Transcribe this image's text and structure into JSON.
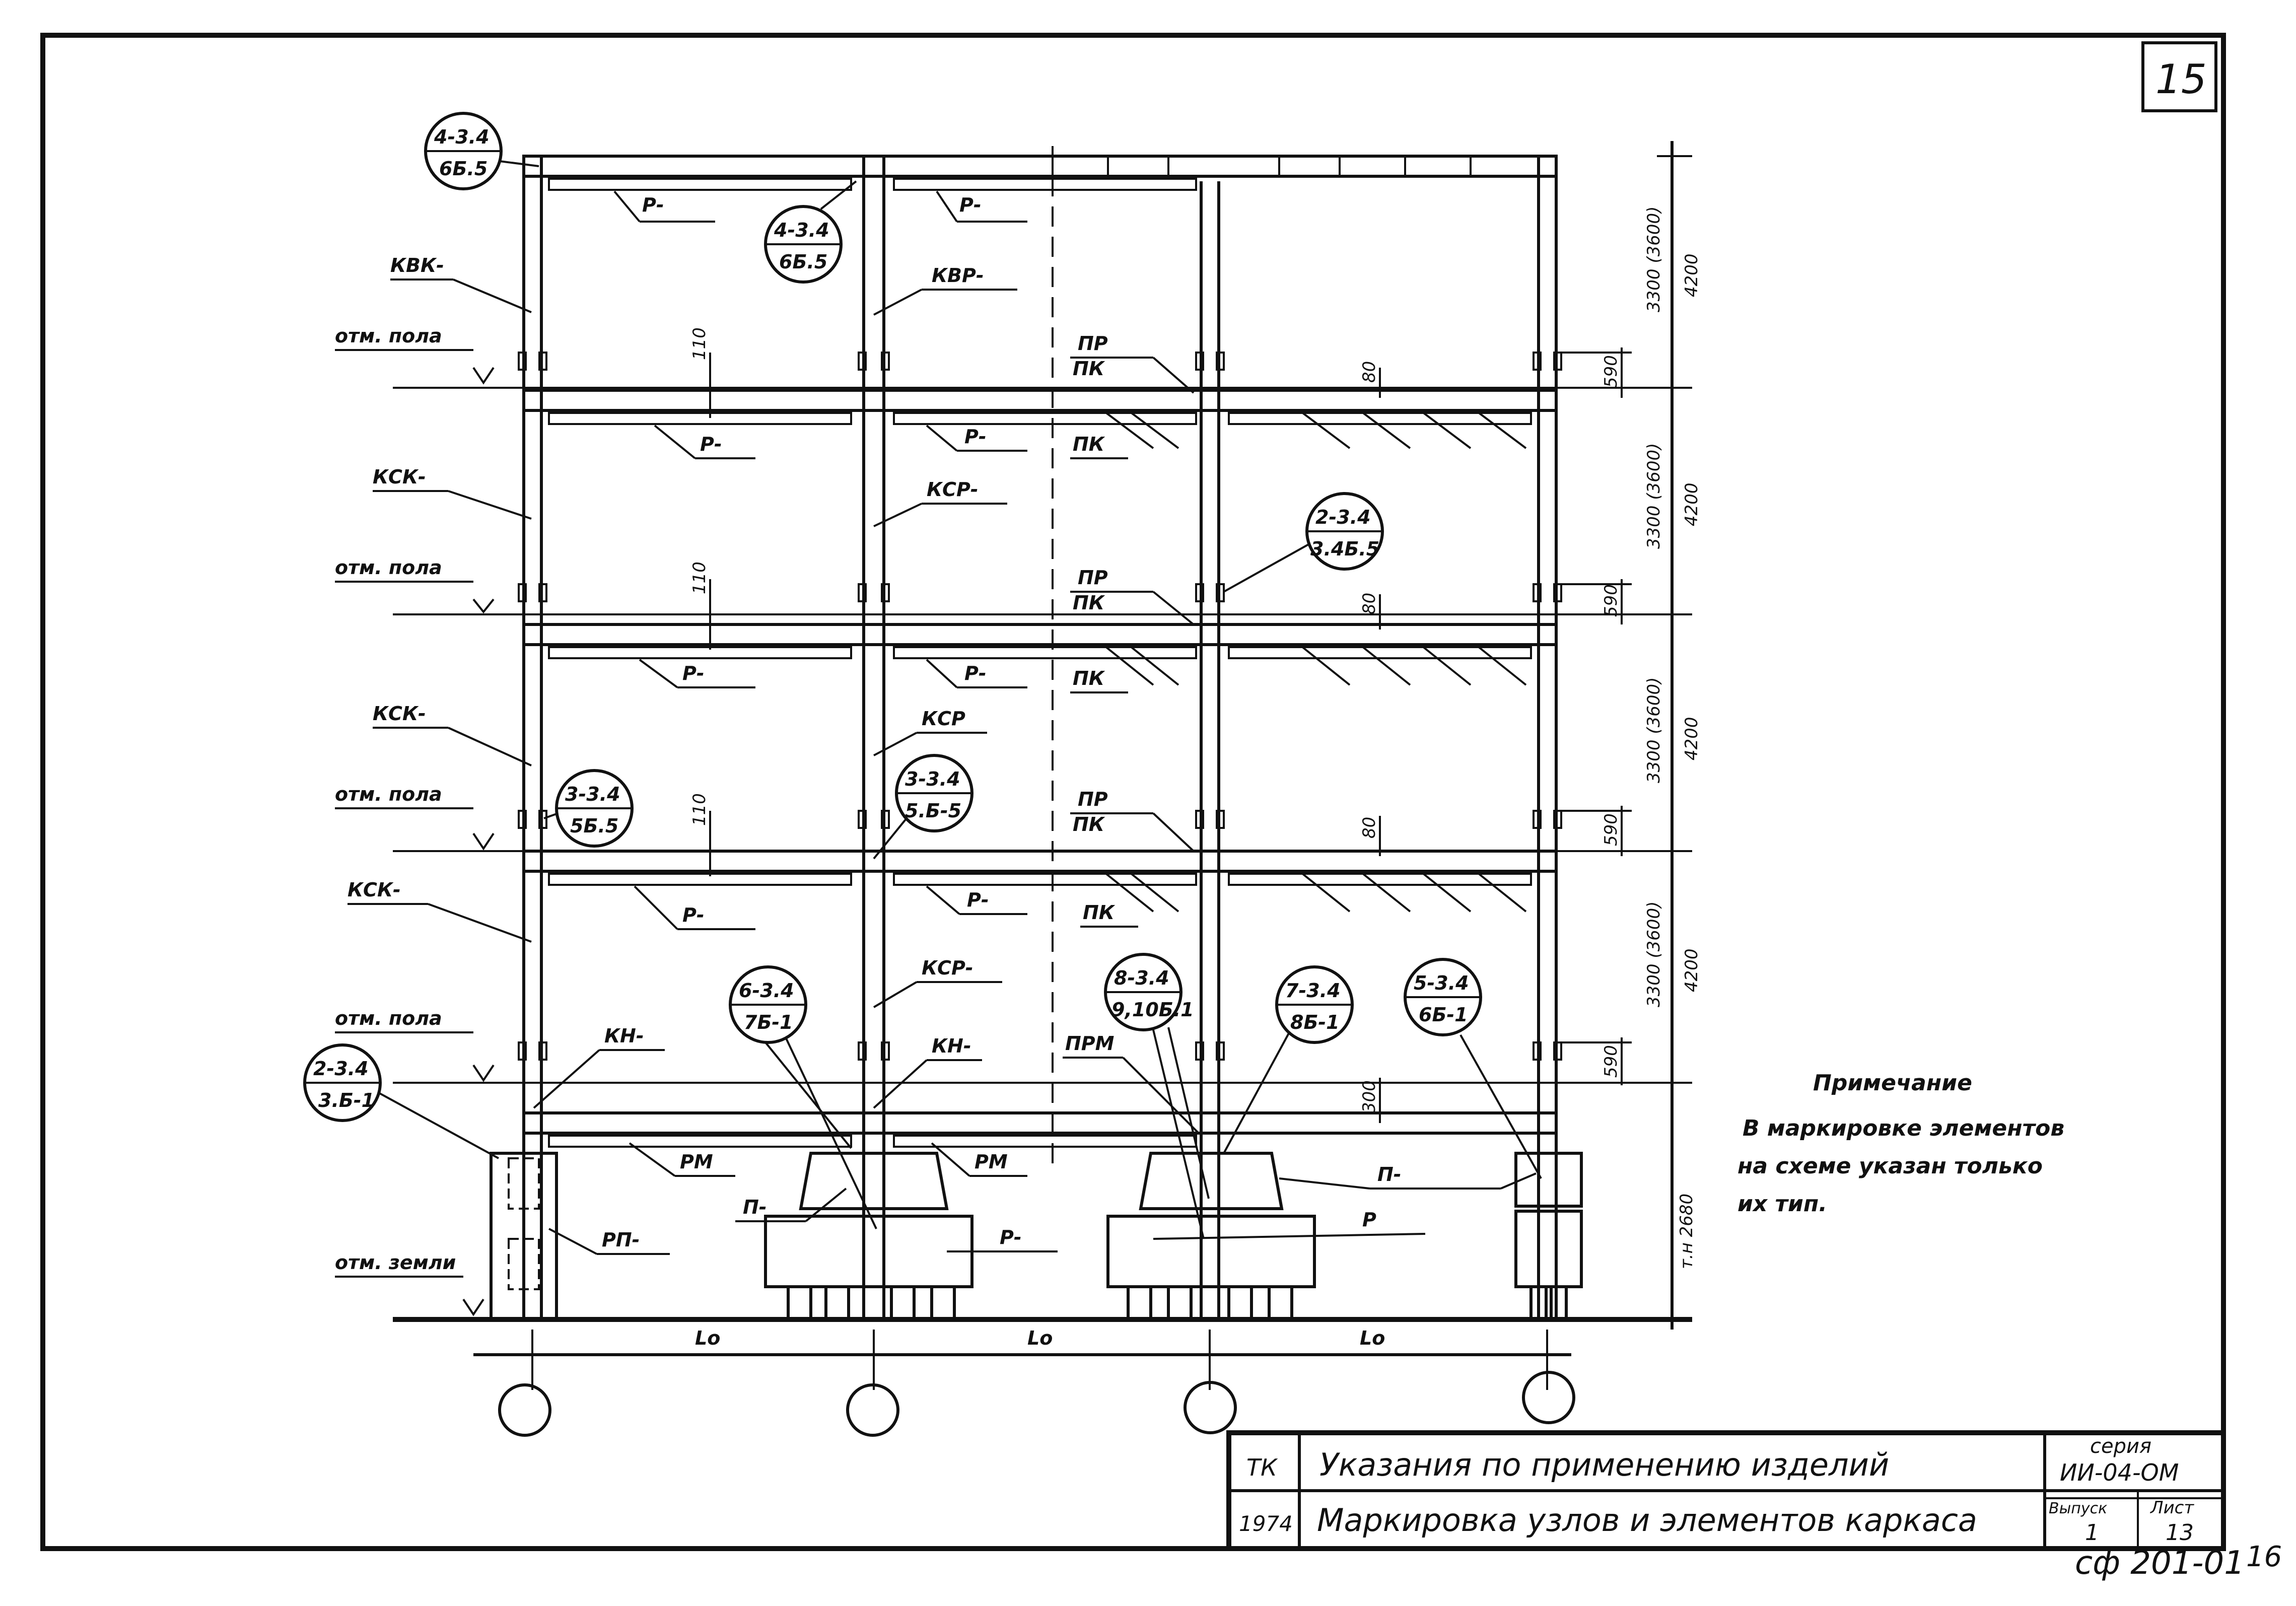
{
  "sheet_number": "15",
  "stamp": "сф 201-01",
  "page_number": "16",
  "title_block": {
    "code": "ТК",
    "title": "Указания по применению изделий",
    "year": "1974",
    "subtitle": "Маркировка узлов и элементов каркаса",
    "series_label": "серия",
    "series_value": "ИИ-04-ОМ",
    "issue_label": "Выпуск",
    "issue_value": "1",
    "sheet_label": "Лист",
    "sheet_value": "13"
  },
  "note": {
    "heading": "Примечание",
    "lines": [
      "В маркировке элементов",
      "на схеме указан только",
      "их тип."
    ]
  },
  "levels": {
    "floor": "отм. пола",
    "floor_top": "отм. пола",
    "ground": "отм. земли"
  },
  "element_labels": {
    "kvk": "КВК-",
    "kvr": "КВР-",
    "ksk": "КСК-",
    "ksr": "КСР-",
    "ksr_plain": "КСР",
    "kn": "КН-",
    "r": "Р-",
    "r_plain": "Р",
    "rm": "РМ",
    "rp": "РП-",
    "p": "П-",
    "pr": "ПР",
    "pk": "ПК",
    "prm": "ПРМ"
  },
  "node_marks": [
    {
      "top": "4-3.4",
      "bottom": "6Б.5"
    },
    {
      "top": "4-3.4",
      "bottom": "6Б.5"
    },
    {
      "top": "2-3.4",
      "bottom": "3.4Б.5"
    },
    {
      "top": "3-3.4",
      "bottom": "5Б.5"
    },
    {
      "top": "3-3.4",
      "bottom": "5.Б-5"
    },
    {
      "top": "6-3.4",
      "bottom": "7Б-1"
    },
    {
      "top": "8-3.4",
      "bottom": "9,10Б.1"
    },
    {
      "top": "7-3.4",
      "bottom": "8Б-1"
    },
    {
      "top": "5-3.4",
      "bottom": "6Б-1"
    },
    {
      "top": "2-3.4",
      "bottom": "3.Б-1"
    }
  ],
  "dimensions": {
    "storey": [
      "3300 (3600)",
      "3300 (3600)",
      "3300 (3600)",
      "3300 (3600)"
    ],
    "storey_alt": [
      "4200",
      "4200",
      "4200",
      "4200"
    ],
    "base": "т.н 2680",
    "gap110": "110",
    "gap80": "80",
    "gap590": "590",
    "gap300": "300",
    "span": "Lo"
  }
}
